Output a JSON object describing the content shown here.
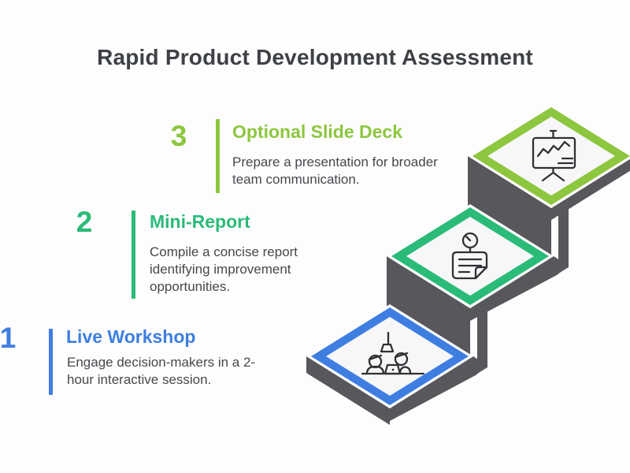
{
  "title": "Rapid Product Development Assessment",
  "colors": {
    "step1-accent": "#3E7EE1",
    "step2-accent": "#2BBB78",
    "step3-accent": "#8DC63F",
    "title-text": "#3E4145",
    "body-text": "#46484D",
    "block-gray": "#58585C",
    "icon-stroke": "#303035",
    "background": "#FDFDFD"
  },
  "steps": [
    {
      "number": "1",
      "heading": "Live Workshop",
      "description": "Engage decision-makers in a 2-hour interactive session.",
      "accent": "#3E7EE1",
      "icon": "workshop-people-icon"
    },
    {
      "number": "2",
      "heading": "Mini-Report",
      "description": "Compile a concise report identifying improvement opportunities.",
      "accent": "#2BBB78",
      "icon": "pinned-note-icon"
    },
    {
      "number": "3",
      "heading": "Optional Slide Deck",
      "description": "Prepare a presentation for broader team communication.",
      "accent": "#8DC63F",
      "icon": "presentation-chart-icon"
    }
  ]
}
